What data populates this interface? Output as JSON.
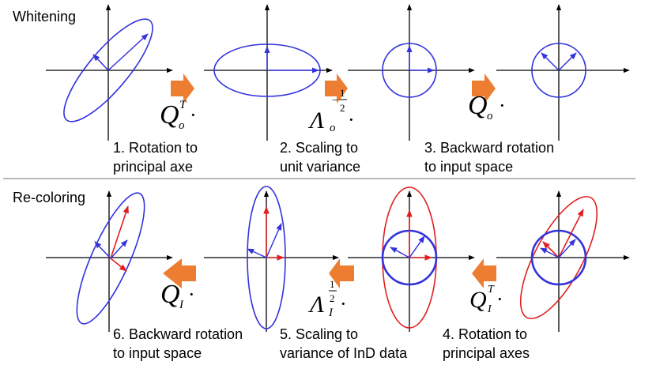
{
  "colors": {
    "axis": "#000000",
    "blue": "#3333dd",
    "red": "#e02020",
    "arrow": "#ed7d31",
    "divider": "#8c8c8c"
  },
  "whitening": {
    "title": "Whitening",
    "steps": [
      {
        "line1": "1. Rotation to",
        "line2": "principal axe"
      },
      {
        "line1": "2. Scaling to",
        "line2": "unit variance"
      },
      {
        "line1": "3. Backward rotation",
        "line2": "to input space"
      }
    ],
    "ops": [
      {
        "base": "Q",
        "sub": "o",
        "sup": "T",
        "dot": "·"
      },
      {
        "base": "Λ",
        "sub": "o",
        "sup_sign": "−",
        "sup_num": "1",
        "sup_den": "2",
        "dot": "·"
      },
      {
        "base": "Q",
        "sub": "o",
        "dot": "·"
      }
    ]
  },
  "recoloring": {
    "title": "Re-coloring",
    "steps": [
      {
        "line1": "6. Backward rotation",
        "line2": "to input space"
      },
      {
        "line1": "5. Scaling to",
        "line2": "variance of InD data"
      },
      {
        "line1": "4. Rotation to",
        "line2": "principal axes"
      }
    ],
    "ops": [
      {
        "base": "Q",
        "sub": "I",
        "dot": "·"
      },
      {
        "base": "Λ",
        "sub": "I",
        "sup_num": "1",
        "sup_den": "2",
        "dot": "·"
      },
      {
        "base": "Q",
        "sub": "I",
        "sup": "T",
        "dot": "·"
      }
    ]
  }
}
